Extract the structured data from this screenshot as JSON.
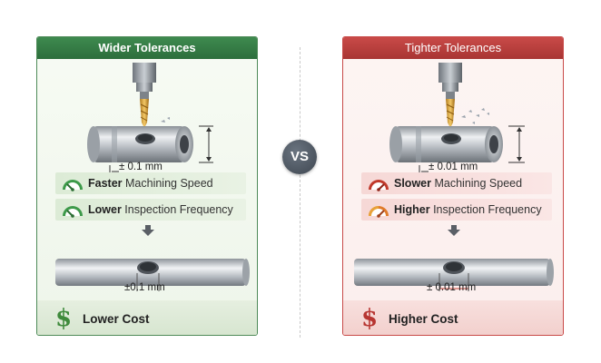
{
  "vs_label": "VS",
  "left": {
    "header": "Wider Tolerances",
    "top_tolerance": "± 0.1 mm",
    "features": [
      {
        "bold": "Faster",
        "rest": " Machining Speed",
        "icon": "gauge-low-icon"
      },
      {
        "bold": "Lower",
        "rest": " Inspection Frequency",
        "icon": "gauge-low-icon"
      }
    ],
    "bottom_tolerance": "±0.1 mm",
    "cost_symbol": "$",
    "cost_label": "Lower Cost",
    "accent": "#3e8a4f",
    "gauge_color": "#3d9a4a"
  },
  "right": {
    "header": "Tighter Tolerances",
    "top_tolerance": "± 0.01 mm",
    "features": [
      {
        "bold": "Slower",
        "rest": " Machining Speed",
        "icon": "gauge-high-icon"
      },
      {
        "bold": "Higher",
        "rest": " Inspection Frequency",
        "icon": "gauge-high-icon"
      }
    ],
    "bottom_tolerance": "± 0.01 mm",
    "cost_symbol": "$",
    "cost_label": "Higher Cost",
    "accent": "#c94a48",
    "gauge_color": "#c0392b"
  }
}
